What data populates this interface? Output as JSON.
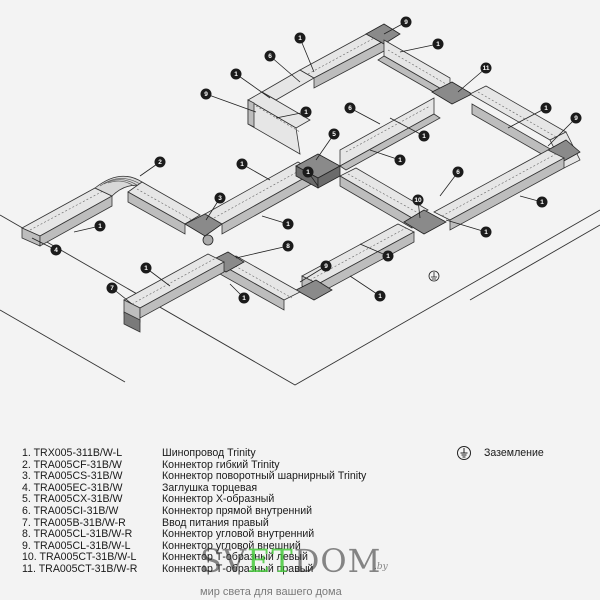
{
  "legend": [
    {
      "code": "1.  TRX005-311B/W-L",
      "desc": "Шинопровод Trinity"
    },
    {
      "code": "2. TRA005CF-31B/W",
      "desc": "Коннектор гибкий Trinity"
    },
    {
      "code": "3. TRA005CS-31B/W",
      "desc": "Коннектор поворотный шарнирный Trinity"
    },
    {
      "code": "4. TRA005EC-31B/W",
      "desc": "Заглушка торцевая"
    },
    {
      "code": "5. TRA005CX-31B/W",
      "desc": "Коннектор X-образный"
    },
    {
      "code": "6. TRA005CI-31B/W",
      "desc": "Коннектор прямой внутренний"
    },
    {
      "code": "7. TRA005B-31B/W-R",
      "desc": "Ввод питания правый"
    },
    {
      "code": "8. TRA005CL-31B/W-R",
      "desc": "Коннектор угловой внутренний"
    },
    {
      "code": "9. TRA005CL-31B/W-L",
      "desc": "Коннектор угловой внешний"
    },
    {
      "code": "10. TRA005CT-31B/W-L",
      "desc": "Коннектор Т-образный левый"
    },
    {
      "code": "11. TRA005CT-31B/W-R",
      "desc": "Коннектор Т-образный правый"
    }
  ],
  "ground_label": "Заземление",
  "watermark": {
    "logo_left": "SV",
    "logo_highlight": "ET",
    "logo_right": "DOM",
    "tld": ".by",
    "tagline": "мир света для вашего дома"
  },
  "callouts": [
    "9",
    "1",
    "6",
    "1",
    "1",
    "11",
    "9",
    "9",
    "1",
    "6",
    "5",
    "1",
    "1",
    "1",
    "1",
    "2",
    "6",
    "10",
    "3",
    "1",
    "1",
    "1",
    "1",
    "1",
    "4",
    "8",
    "9",
    "1",
    "7",
    "1",
    "1",
    "1"
  ]
}
